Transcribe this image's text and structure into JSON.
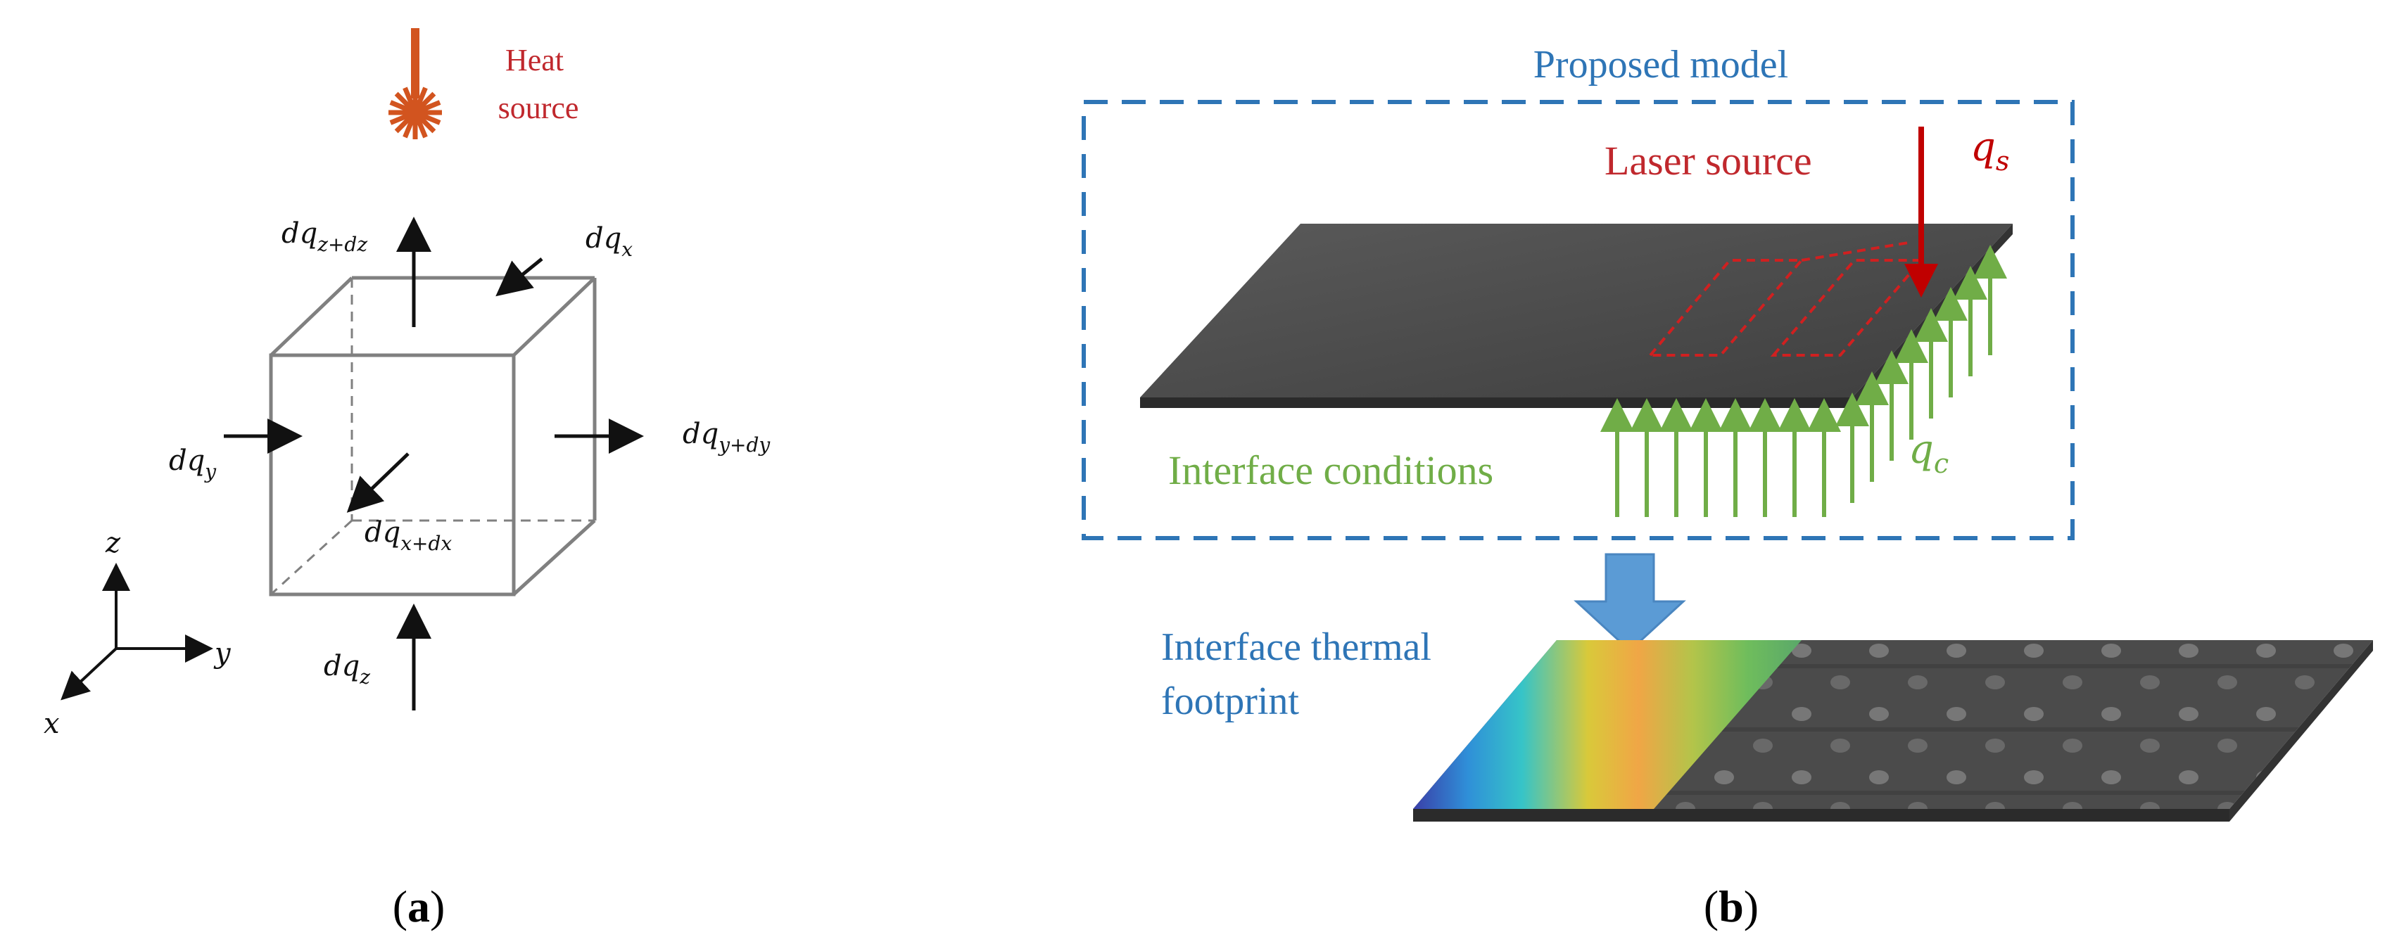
{
  "panel_a": {
    "heat_source_label": [
      "Heat",
      "source"
    ],
    "flux_labels": {
      "dq_z_plus_dz": [
        "dq",
        "z+dz"
      ],
      "dq_x": [
        "dq",
        "x"
      ],
      "dq_y": [
        "dq",
        "y"
      ],
      "dq_y_plus_dy": [
        "dq",
        "y+dy"
      ],
      "dq_x_plus_dx": [
        "dq",
        "x+dx"
      ],
      "dq_z": [
        "dq",
        "z"
      ]
    },
    "axes": {
      "x": "x",
      "y": "y",
      "z": "z"
    },
    "caption": {
      "open": "(",
      "letter": "a",
      "close": ")"
    }
  },
  "panel_b": {
    "title": "Proposed model",
    "laser_source": "Laser source",
    "q_s": [
      "q",
      "s"
    ],
    "interface_conditions": "Interface conditions",
    "q_c": [
      "q",
      "c"
    ],
    "footprint_label": [
      "Interface thermal",
      "footprint"
    ],
    "caption": {
      "open": "(",
      "letter": "b",
      "close": ")"
    }
  },
  "colors": {
    "heat_red": "#c0282d",
    "laser_red": "#c00000",
    "model_blue": "#2e75b6",
    "interface_green": "#70ad47",
    "arrow_blue": "#5b9bd5",
    "plate_gray": "#4a4a4a"
  }
}
